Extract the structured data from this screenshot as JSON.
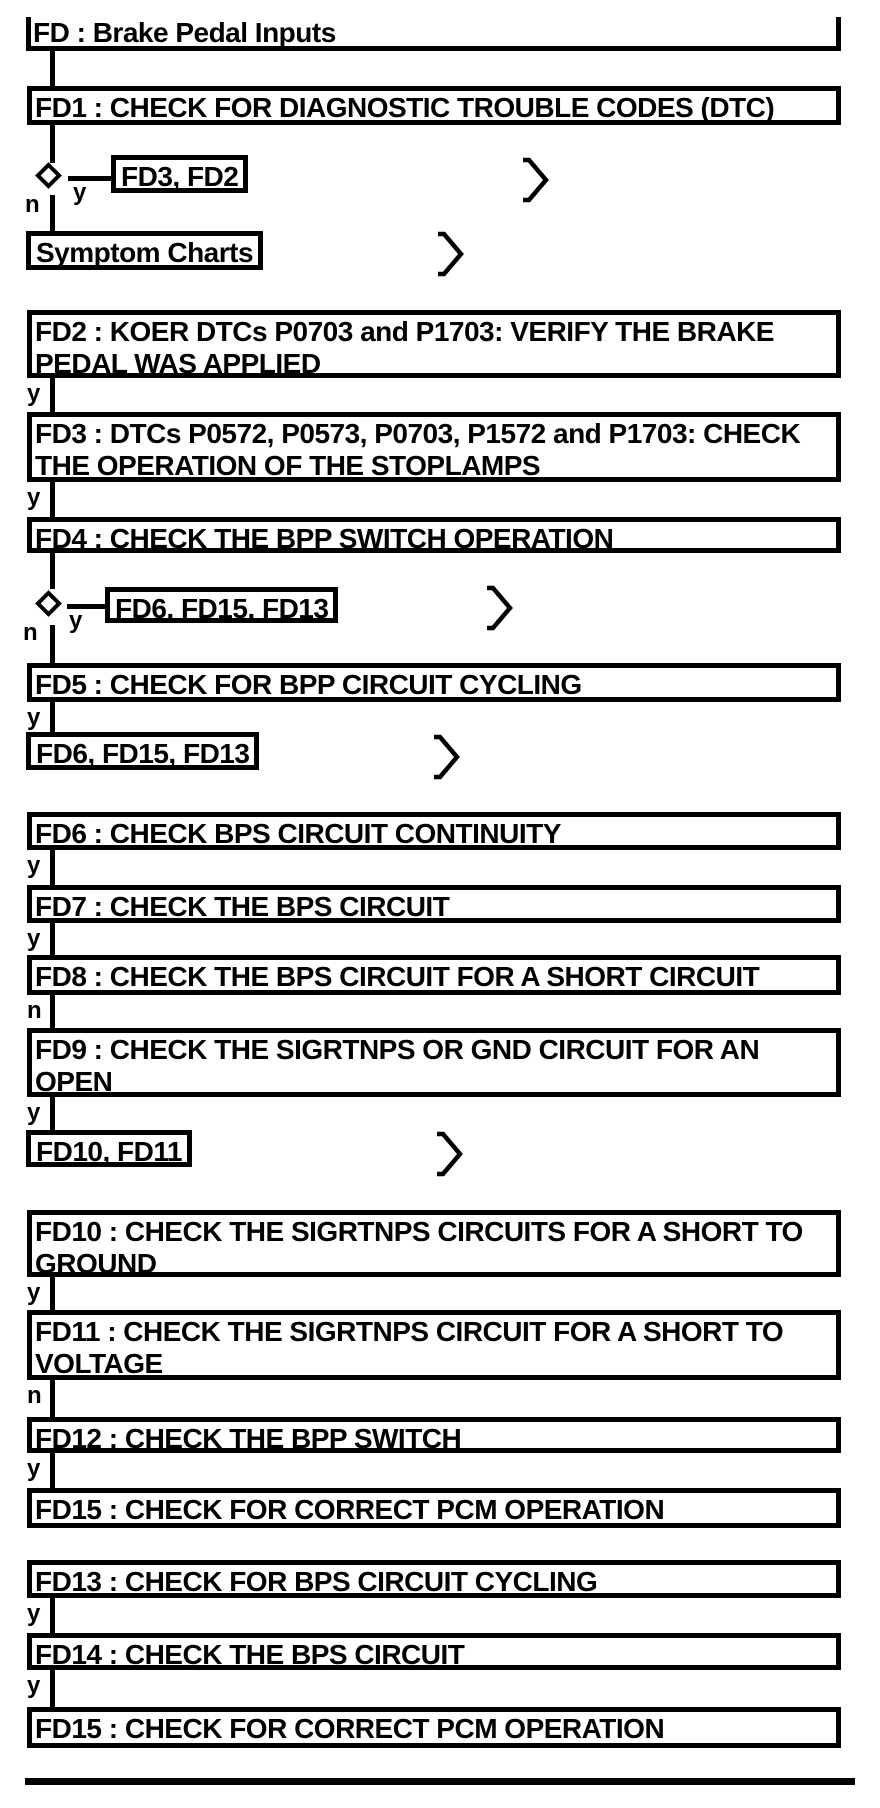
{
  "diagram": {
    "title": "FD : Brake Pedal Inputs",
    "branch": {
      "yes": "y",
      "no": "n"
    },
    "boxes": {
      "fd1": "FD1 : CHECK FOR DIAGNOSTIC TROUBLE CODES (DTC)",
      "ref_fd3_fd2": "FD3, FD2",
      "symptom_charts": "Symptom Charts",
      "fd2": "FD2 : KOER DTCs P0703 and P1703: VERIFY THE BRAKE\nPEDAL WAS APPLIED",
      "fd3": "FD3 : DTCs P0572, P0573, P0703, P1572 and P1703: CHECK\nTHE OPERATION OF THE STOPLAMPS",
      "fd4": "FD4 : CHECK THE BPP SWITCH OPERATION",
      "ref_fd6_fd15_fd13_a": "FD6, FD15, FD13",
      "fd5": "FD5 : CHECK FOR BPP CIRCUIT CYCLING",
      "ref_fd6_fd15_fd13_b": "FD6, FD15, FD13",
      "fd6": "FD6 : CHECK BPS CIRCUIT CONTINUITY",
      "fd7": "FD7 : CHECK THE BPS CIRCUIT",
      "fd8": "FD8 : CHECK THE BPS CIRCUIT FOR A SHORT CIRCUIT",
      "fd9": "FD9 : CHECK THE SIGRTNPS OR GND CIRCUIT FOR AN\nOPEN",
      "ref_fd10_fd11": "FD10, FD11",
      "fd10": "FD10 : CHECK THE SIGRTNPS CIRCUITS FOR A SHORT TO\nGROUND",
      "fd11": "FD11 : CHECK THE SIGRTNPS CIRCUIT FOR A SHORT TO\nVOLTAGE",
      "fd12": "FD12 : CHECK THE BPP SWITCH",
      "fd15_a": "FD15 : CHECK FOR CORRECT PCM OPERATION",
      "fd13": "FD13 : CHECK FOR BPS CIRCUIT CYCLING",
      "fd14": "FD14 : CHECK THE BPS CIRCUIT",
      "fd15_b": "FD15 : CHECK FOR CORRECT PCM OPERATION"
    },
    "colors": {
      "ink": "#000000",
      "background": "#ffffff"
    }
  }
}
